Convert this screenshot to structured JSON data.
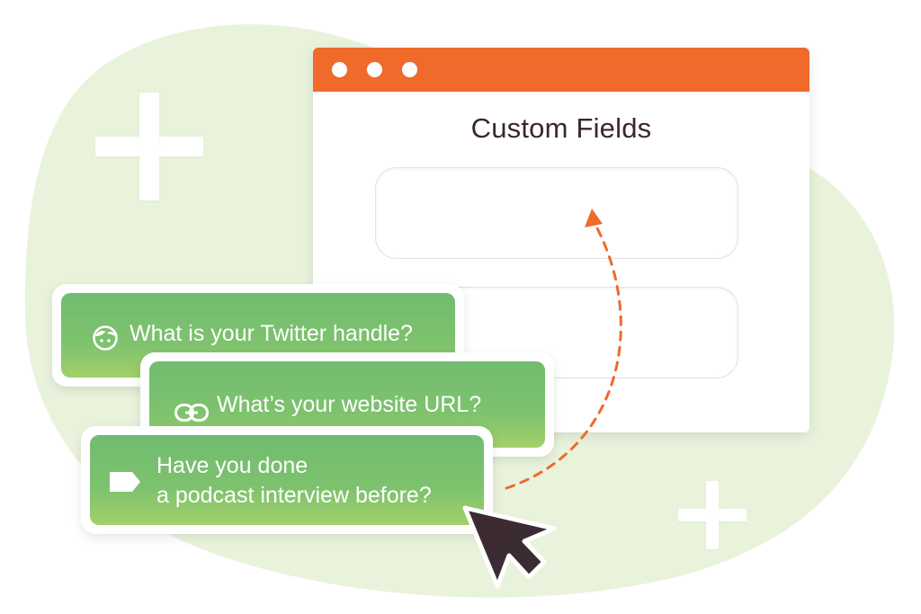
{
  "window": {
    "title": "Custom Fields",
    "titlebar_color": "#f06a2b",
    "dots": [
      "close",
      "minimize",
      "maximize"
    ],
    "slots": [
      {
        "value": ""
      },
      {
        "value": ""
      }
    ]
  },
  "cards": [
    {
      "icon": "face-icon",
      "label": "What is your Twitter handle?"
    },
    {
      "icon": "link-icon",
      "label": "What’s your website URL?"
    },
    {
      "icon": "tag-icon",
      "lines": [
        "Have you done",
        "a podcast interview before?"
      ]
    }
  ],
  "colors": {
    "accent": "#f06a2b",
    "card_green": "#7ec26e",
    "background_blob": "#e9f3dc",
    "cursor": "#3d2b33",
    "title_text": "#3b2630"
  },
  "decorations": [
    "plus-icon",
    "plus-icon",
    "dashed-arrow",
    "cursor-arrow-icon"
  ]
}
